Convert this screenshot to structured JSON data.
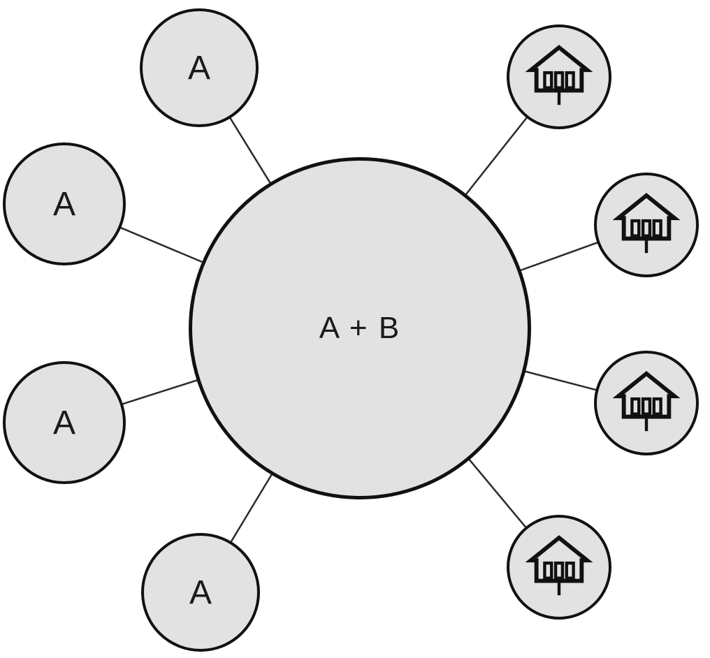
{
  "diagram": {
    "center_node": {
      "label": "A + B"
    },
    "a_nodes": [
      {
        "label": "A",
        "position": "top-left"
      },
      {
        "label": "A",
        "position": "left"
      },
      {
        "label": "A",
        "position": "lower-left"
      },
      {
        "label": "A",
        "position": "bottom"
      }
    ],
    "building_nodes": [
      {
        "icon": "bank-building-icon",
        "position": "top-right"
      },
      {
        "icon": "bank-building-icon",
        "position": "right"
      },
      {
        "icon": "bank-building-icon",
        "position": "lower-right"
      },
      {
        "icon": "bank-building-icon",
        "position": "bottom-right"
      }
    ],
    "colors": {
      "node_fill": "#e2e2e2",
      "node_stroke": "#111111",
      "connector": "#2a2a2a",
      "text": "#1a1a1a",
      "background": "#ffffff"
    }
  }
}
